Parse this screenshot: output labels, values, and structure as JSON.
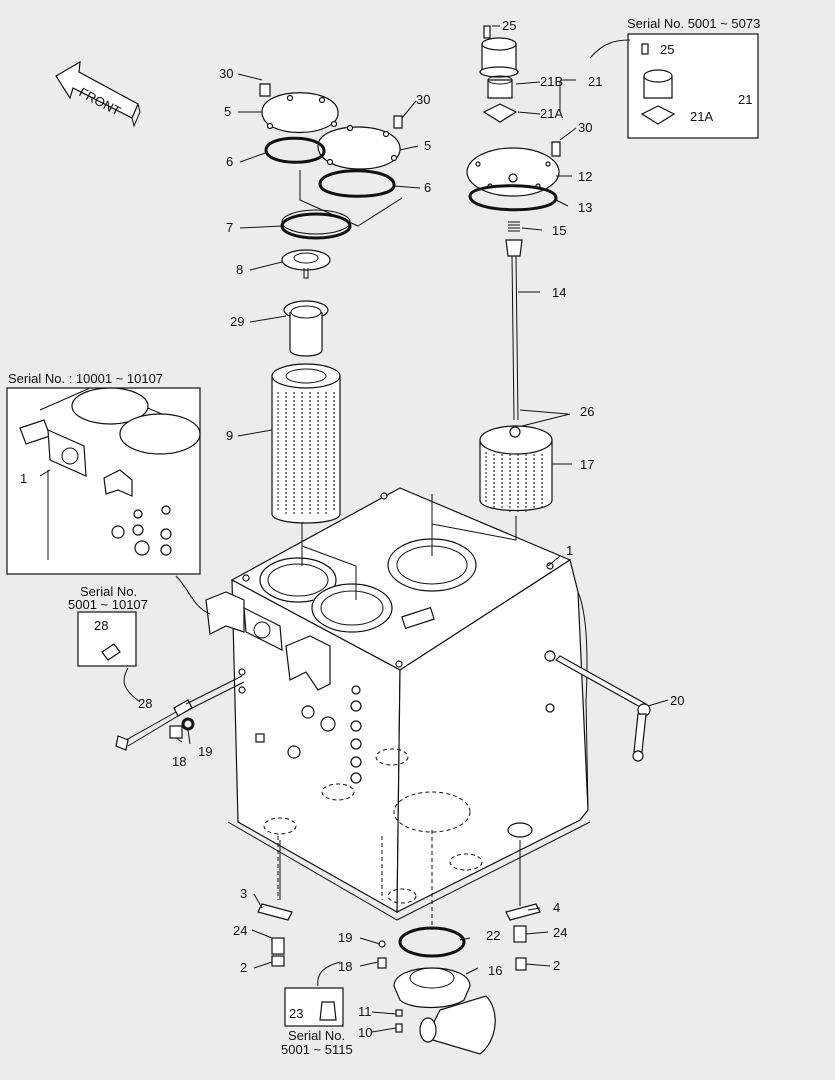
{
  "diagram": {
    "front_label": "FRONT",
    "serial_inset_top_right": "Serial No. 5001 ~ 5073",
    "serial_inset_left": "Serial No. : 10001 ~ 10107",
    "serial_inset_28_line1": "Serial No.",
    "serial_inset_28_line2": "5001 ~ 10107",
    "serial_inset_23_line1": "Serial No.",
    "serial_inset_23_line2": "5001 ~ 5115",
    "callouts": [
      "30",
      "5",
      "6",
      "7",
      "8",
      "29",
      "9",
      "30",
      "5",
      "6",
      "25",
      "21B",
      "21",
      "21A",
      "30",
      "12",
      "13",
      "15",
      "14",
      "26",
      "17",
      "1",
      "20",
      "25",
      "21",
      "21A",
      "1",
      "28",
      "28",
      "19",
      "18",
      "3",
      "24",
      "2",
      "19",
      "18",
      "22",
      "16",
      "4",
      "24",
      "2",
      "11",
      "10",
      "23"
    ]
  }
}
